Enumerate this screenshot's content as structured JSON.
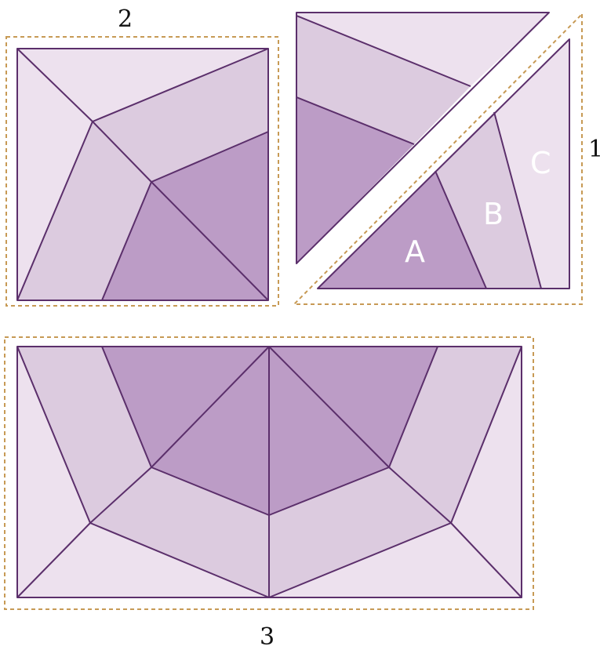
{
  "colors": {
    "outline": "#5b2f6b",
    "light": "#ede1ee",
    "medium": "#dccbdf",
    "dark": "#bc9cc6",
    "guide": "#c79a55",
    "segment_label": "#ffffff"
  },
  "labels": {
    "block_1": "1",
    "block_2": "2",
    "block_3": "3",
    "segment_a": "A",
    "segment_b": "B",
    "segment_c": "C"
  }
}
